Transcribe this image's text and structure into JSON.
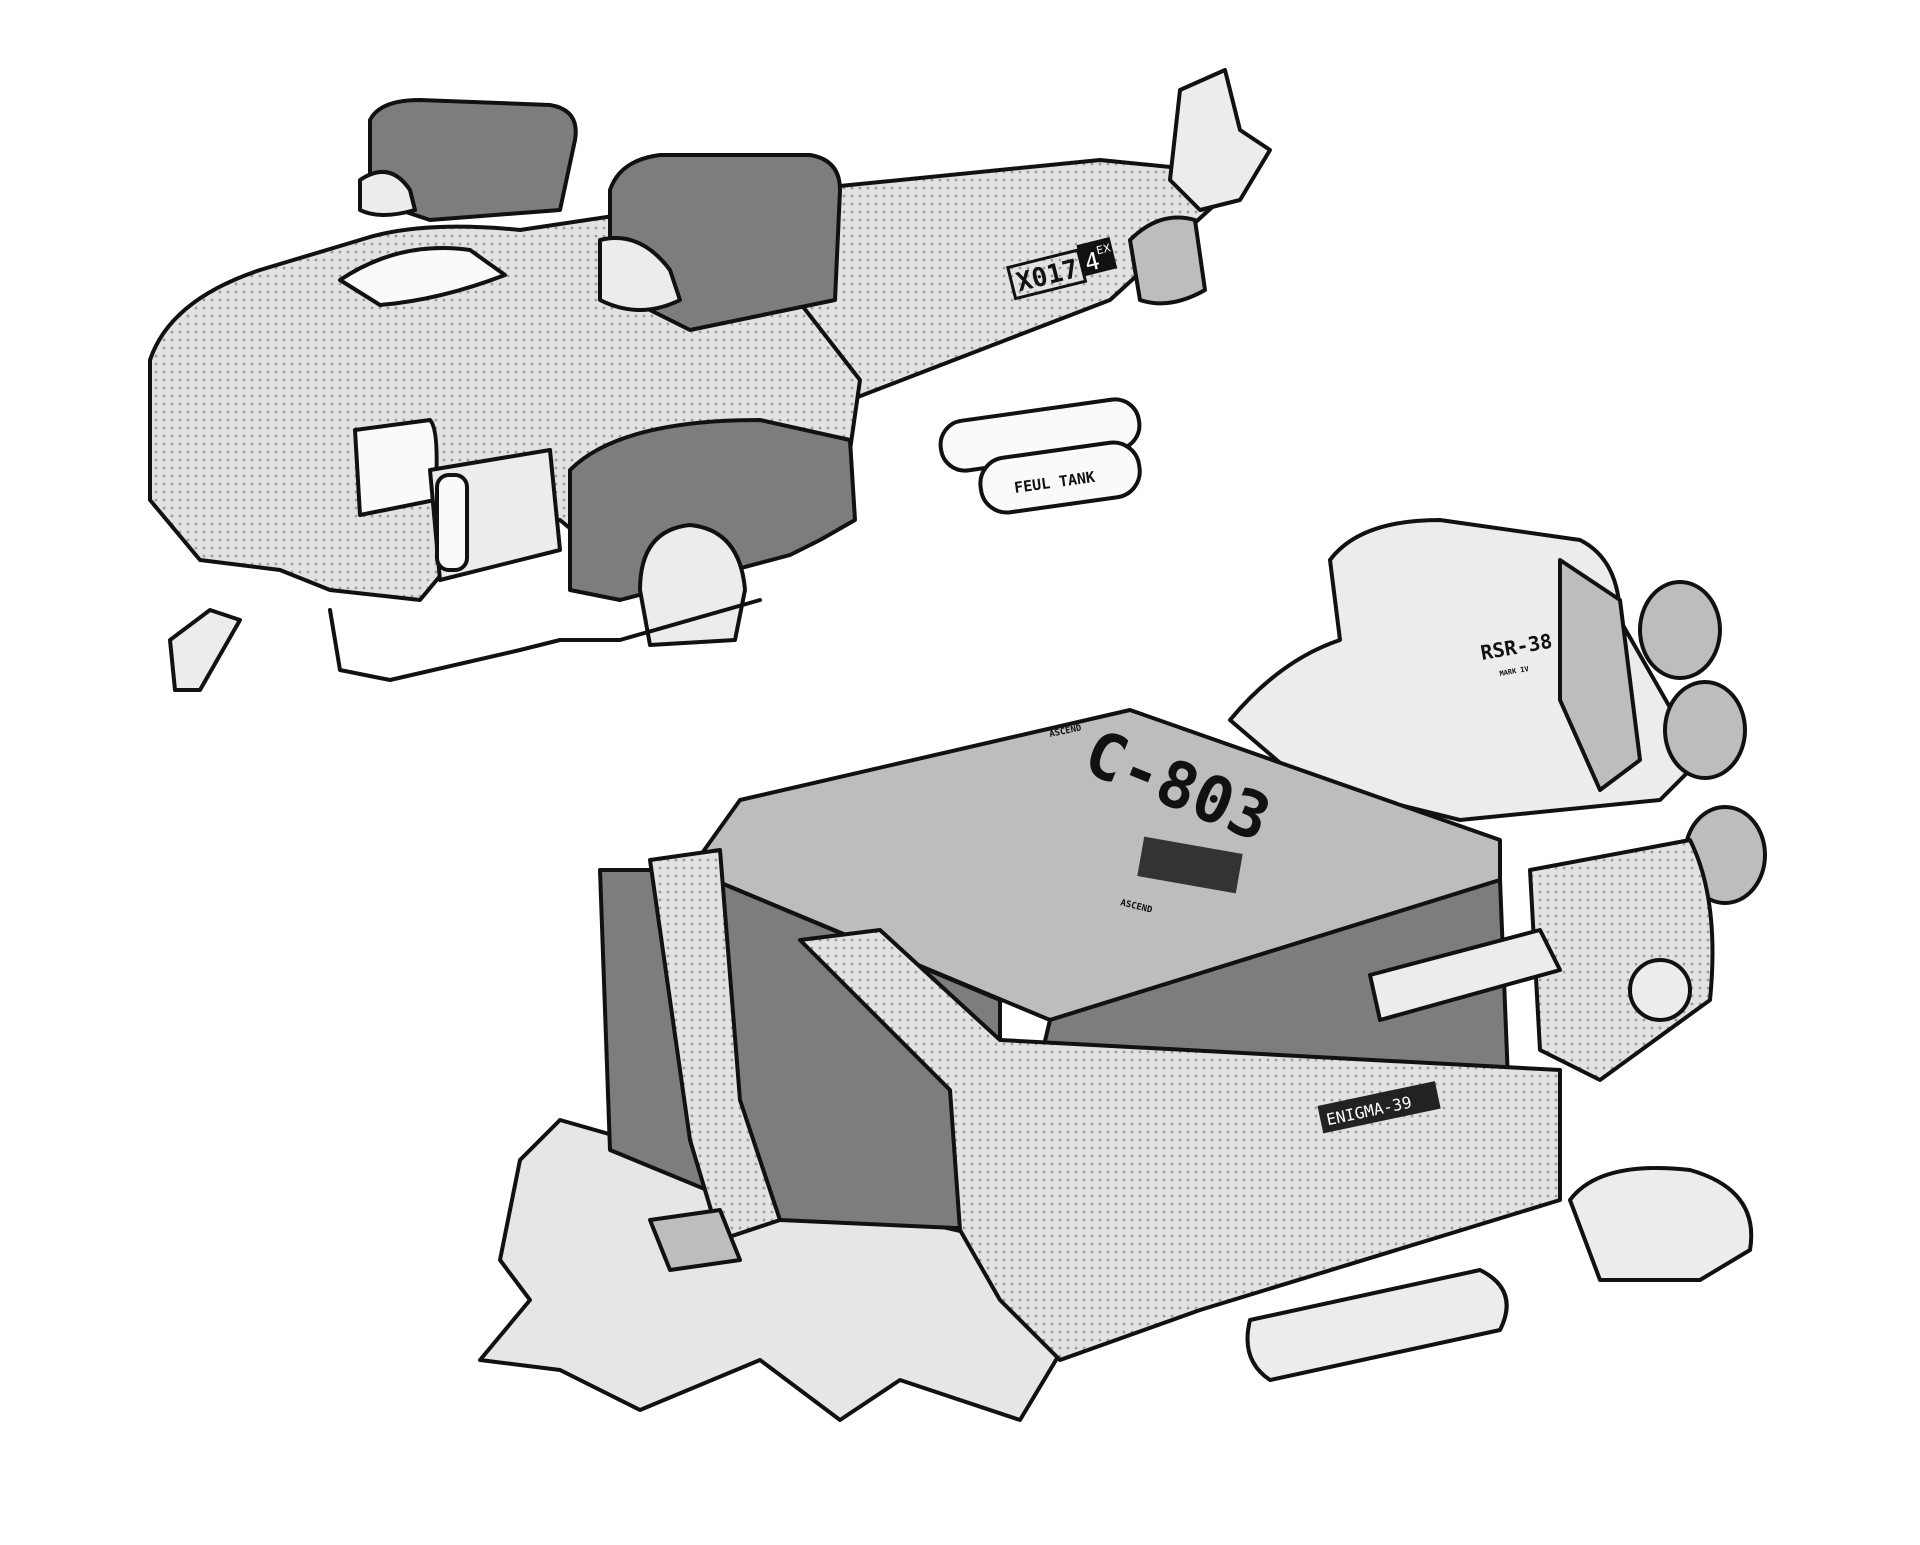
{
  "illustration": {
    "colors": {
      "ink": "#111111",
      "light": "#ececec",
      "mid": "#bdbdbd",
      "dark": "#7d7d7d",
      "background": "#ffffff"
    },
    "aircraft": {
      "hull_code": "X017",
      "hull_code_suffix": "4",
      "hull_code_superscript": "EX",
      "fuel_tank_label": "FEUL TANK"
    },
    "cargo_vehicle": {
      "container_code": "C-803",
      "brand_top": "ASCEND",
      "brand_qr": "ASCEND",
      "engine_label": "RSR-38",
      "engine_sublabel": "MARK IV",
      "side_label": "ENIGMA-39"
    }
  }
}
